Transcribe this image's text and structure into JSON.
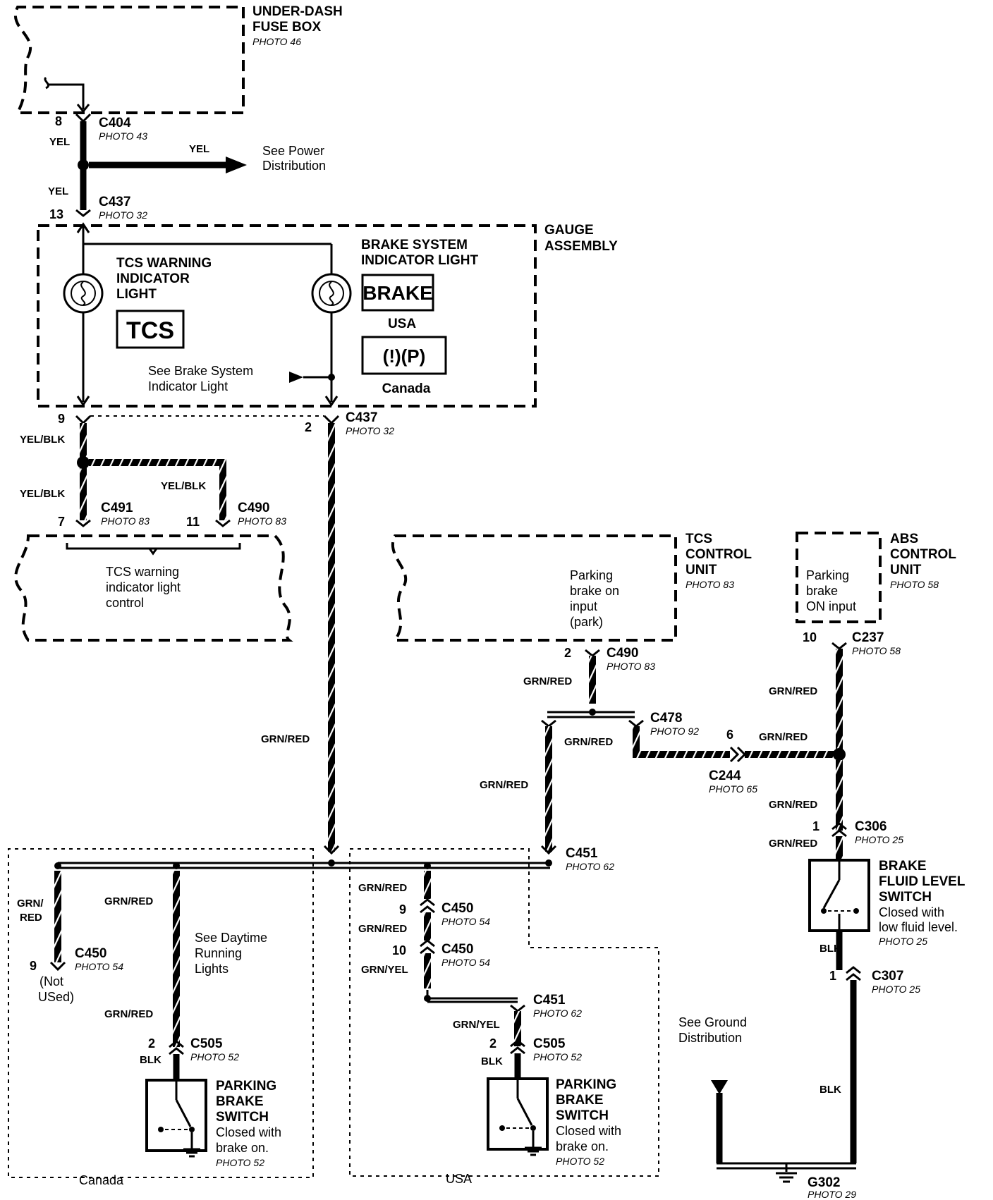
{
  "components": {
    "fuse_box": {
      "name": [
        "UNDER-DASH",
        "FUSE BOX"
      ],
      "photo": "PHOTO 46"
    },
    "gauge_assembly": {
      "name": [
        "GAUGE",
        "ASSEMBLY"
      ]
    },
    "tcs_light": {
      "name": [
        "TCS WARNING",
        "INDICATOR",
        "LIGHT"
      ],
      "symbol": "TCS"
    },
    "brake_light": {
      "name": [
        "BRAKE SYSTEM",
        "INDICATOR LIGHT"
      ],
      "symbol_usa": "BRAKE",
      "usa": "USA",
      "symbol_canada": "(!)(P)",
      "canada": "Canada"
    },
    "tcs_control_unit": {
      "name": [
        "TCS",
        "CONTROL",
        "UNIT"
      ],
      "photo": "PHOTO 83",
      "input": [
        "Parking",
        "brake on",
        "input",
        "(park)"
      ]
    },
    "abs_control_unit": {
      "name": [
        "ABS",
        "CONTROL",
        "UNIT"
      ],
      "photo": "PHOTO 58",
      "input": [
        "Parking",
        "brake",
        "ON input"
      ]
    },
    "tcs_indicator_control": [
      "TCS warning",
      "indicator light",
      "control"
    ],
    "brake_fluid_switch": {
      "name": [
        "BRAKE",
        "FLUID LEVEL",
        "SWITCH"
      ],
      "desc": [
        "Closed with",
        "low fluid level."
      ],
      "photo": "PHOTO 25"
    },
    "parking_brake_switch_canada": {
      "name": [
        "PARKING",
        "BRAKE",
        "SWITCH"
      ],
      "desc": [
        "Closed with",
        "brake on."
      ],
      "photo": "PHOTO 52"
    },
    "parking_brake_switch_usa": {
      "name": [
        "PARKING",
        "BRAKE",
        "SWITCH"
      ],
      "desc": [
        "Closed with",
        "brake on."
      ],
      "photo": "PHOTO 52"
    }
  },
  "connectors": {
    "c404": {
      "id": "C404",
      "photo": "PHOTO 43",
      "pin": "8"
    },
    "c437_top": {
      "id": "C437",
      "photo": "PHOTO 32",
      "pin": "13"
    },
    "c437_bottom": {
      "id": "C437",
      "photo": "PHOTO 32",
      "pin_left": "9",
      "pin_right": "2"
    },
    "c491": {
      "id": "C491",
      "photo": "PHOTO 83",
      "pin": "7"
    },
    "c490_left": {
      "id": "C490",
      "photo": "PHOTO 83",
      "pin": "11"
    },
    "c490_right": {
      "id": "C490",
      "photo": "PHOTO 83",
      "pin": "2"
    },
    "c237": {
      "id": "C237",
      "photo": "PHOTO 58",
      "pin": "10"
    },
    "c478": {
      "id": "C478",
      "photo": "PHOTO 92"
    },
    "c244": {
      "id": "C244",
      "photo": "PHOTO 65",
      "pin": "6"
    },
    "c306": {
      "id": "C306",
      "photo": "PHOTO 25",
      "pin": "1"
    },
    "c307": {
      "id": "C307",
      "photo": "PHOTO 25",
      "pin": "1"
    },
    "c451_top": {
      "id": "C451",
      "photo": "PHOTO 62"
    },
    "c451_bottom": {
      "id": "C451",
      "photo": "PHOTO 62"
    },
    "c450_canada": {
      "id": "C450",
      "photo": "PHOTO 54",
      "pin": "9",
      "note": [
        "(Not",
        "USed)"
      ]
    },
    "c450_a": {
      "id": "C450",
      "photo": "PHOTO 54",
      "pin": "9"
    },
    "c450_b": {
      "id": "C450",
      "photo": "PHOTO 54",
      "pin": "10"
    },
    "c505_canada": {
      "id": "C505",
      "photo": "PHOTO 52",
      "pin": "2"
    },
    "c505_usa": {
      "id": "C505",
      "photo": "PHOTO 52",
      "pin": "2"
    },
    "g302": {
      "id": "G302",
      "photo": "PHOTO 29"
    }
  },
  "wires": {
    "yel": "YEL",
    "yel_blk": "YEL/BLK",
    "grn_red": "GRN/RED",
    "grn_red_split": [
      "GRN/",
      "RED"
    ],
    "grn_yel": "GRN/YEL",
    "blk": "BLK"
  },
  "notes": {
    "power_distribution": [
      "See Power",
      "Distribution"
    ],
    "brake_indicator_ref": [
      "See Brake System",
      "Indicator Light"
    ],
    "drl_ref": [
      "See Daytime",
      "Running",
      "Lights"
    ],
    "ground_ref": [
      "See Ground",
      "Distribution"
    ],
    "canada_region": "Canada",
    "usa_region": "USA"
  }
}
